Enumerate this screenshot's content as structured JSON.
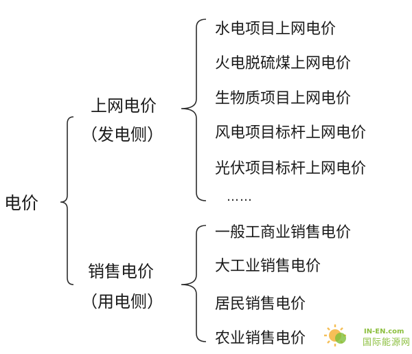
{
  "root": "电价",
  "categories": [
    {
      "label": "上网电价",
      "sublabel": "（发电侧）",
      "items": [
        "水电项目上网电价",
        "火电脱硫煤上网电价",
        "生物质项目上网电价",
        "风电项目标杆上网电价",
        "光伏项目标杆上网电价"
      ],
      "ellipsis": "……"
    },
    {
      "label": "销售电价",
      "sublabel": "（用电侧）",
      "items": [
        "一般工商业销售电价",
        "大工业销售电价",
        "居民销售电价",
        "农业销售电价"
      ]
    }
  ],
  "watermark": {
    "en": "IN-EN.com",
    "cn": "国际能源网"
  },
  "colors": {
    "text": "#1a1a1a",
    "line": "#2b2b2b",
    "watermark": "#8cbf3f"
  }
}
